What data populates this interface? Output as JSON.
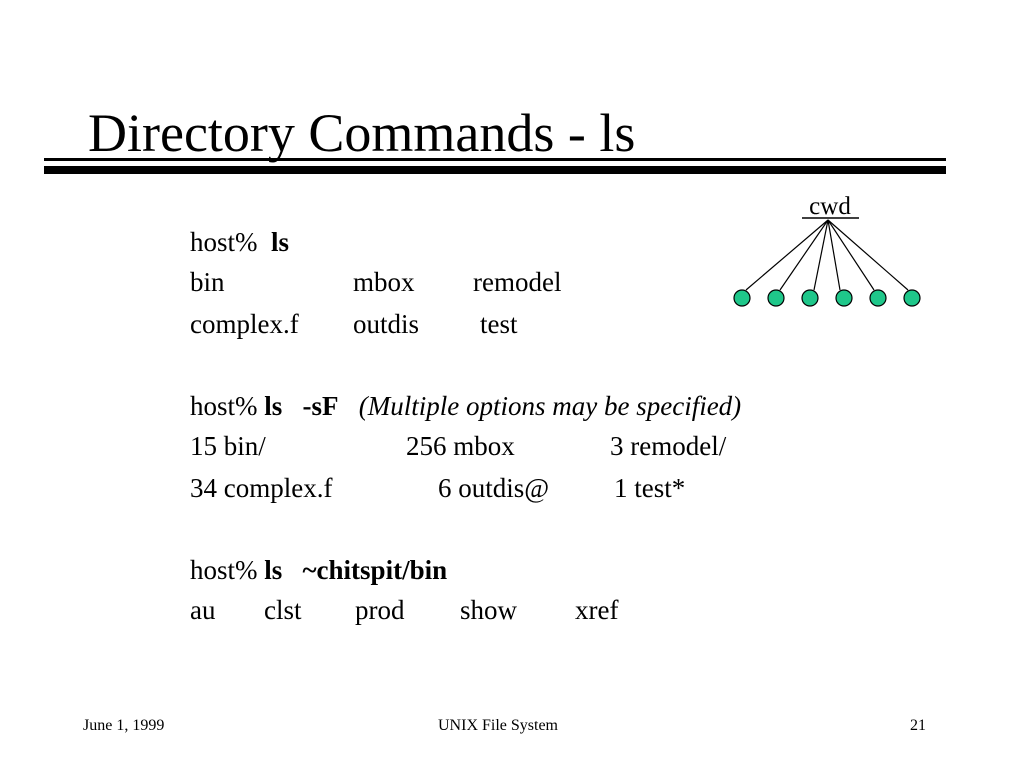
{
  "slide": {
    "title": "Directory Commands - ls",
    "diagram": {
      "root_label": "cwd",
      "node_color": "#1fc78a",
      "node_count": 6
    },
    "block1": {
      "prompt": "host%",
      "command": "ls",
      "rows": [
        [
          "bin",
          "mbox",
          "remodel"
        ],
        [
          "complex.f",
          "outdis",
          "test"
        ]
      ]
    },
    "block2": {
      "prompt": "host%",
      "command": "ls",
      "option": "-sF",
      "note": "(Multiple options may be specified)",
      "rows": [
        [
          "15 bin/",
          "256 mbox",
          "3 remodel/"
        ],
        [
          "34 complex.f",
          "6 outdis@",
          "1 test*"
        ]
      ]
    },
    "block3": {
      "prompt": "host%",
      "command": "ls",
      "path": "~chitspit/bin",
      "items": [
        "au",
        "clst",
        "prod",
        "show",
        "xref"
      ]
    },
    "footer": {
      "date": "June 1, 1999",
      "center": "UNIX File System",
      "page": "21"
    }
  }
}
